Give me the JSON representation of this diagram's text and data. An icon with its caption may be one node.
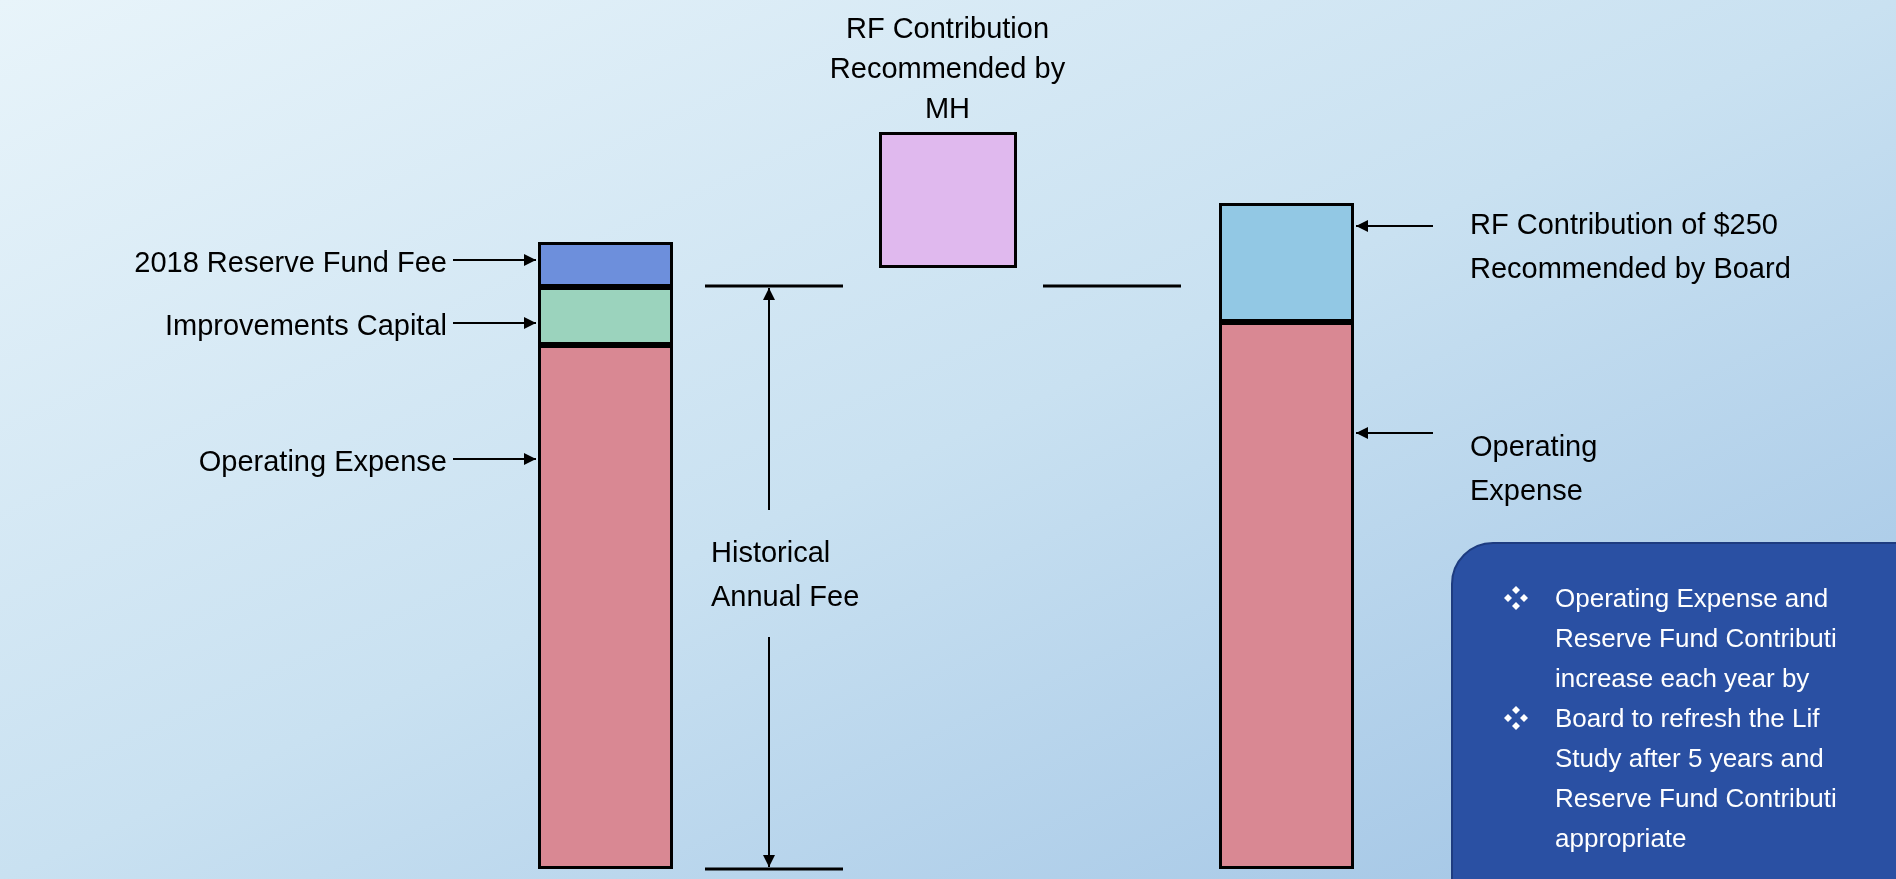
{
  "diagram": {
    "nodes": [
      {
        "text": [],
        "shape": "box"
      },
      {
        "text": [],
        "shape": "box"
      },
      {
        "text": [],
        "shape": "box"
      },
      {
        "text": [
          "2018 Reserve Fund Fee"
        ]
      },
      {
        "text": [
          "Improvements Capital"
        ]
      },
      {
        "text": [
          "Operating Expense"
        ]
      },
      {
        "text": [
          "RF Contribution Recommended by MH"
        ]
      },
      {
        "text": [],
        "shape": "box"
      },
      {
        "text": [],
        "shape": "box"
      },
      {
        "text": [
          "RF Contribution of $250 Recommended by Board"
        ]
      },
      {
        "text": [
          "Operating Expense"
        ]
      },
      {
        "text": [
          "Operating Expense and Reserve Fund Contributi increase each year by",
          "Board to refresh the Lif Study after 5 years and Reserve Fund Contributi appropriate"
        ]
      }
    ],
    "edges": [
      {
        "from": 3,
        "to": 0,
        "arrow": "to"
      },
      {
        "from": 4,
        "to": 1,
        "arrow": "to"
      },
      {
        "from": 5,
        "to": 2,
        "arrow": "to"
      },
      {
        "from": 9,
        "to": 7,
        "arrow": "to"
      },
      {
        "from": 10,
        "to": 8,
        "arrow": "to"
      }
    ],
    "labels": [
      "Historical Annual Fee"
    ]
  }
}
